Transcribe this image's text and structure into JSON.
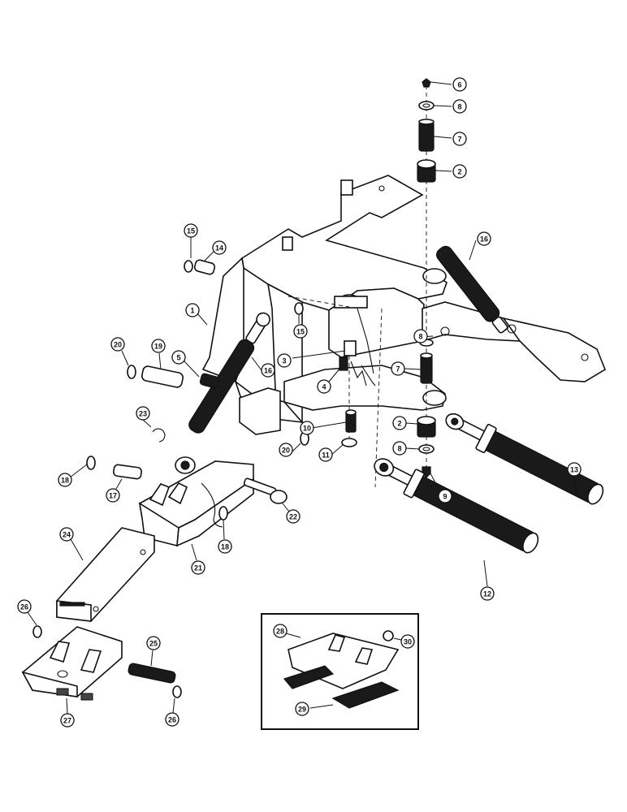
{
  "diagram": {
    "callouts": [
      {
        "id": "c6",
        "label": "6"
      },
      {
        "id": "c8a",
        "label": "8"
      },
      {
        "id": "c7a",
        "label": "7"
      },
      {
        "id": "c2a",
        "label": "2"
      },
      {
        "id": "c16a",
        "label": "16"
      },
      {
        "id": "c15a",
        "label": "15"
      },
      {
        "id": "c14",
        "label": "14"
      },
      {
        "id": "c1",
        "label": "1"
      },
      {
        "id": "c15b",
        "label": "15"
      },
      {
        "id": "c8b",
        "label": "8"
      },
      {
        "id": "c3",
        "label": "3"
      },
      {
        "id": "c20a",
        "label": "20"
      },
      {
        "id": "c19",
        "label": "19"
      },
      {
        "id": "c5",
        "label": "5"
      },
      {
        "id": "c16b",
        "label": "16"
      },
      {
        "id": "c4",
        "label": "4"
      },
      {
        "id": "c7b",
        "label": "7"
      },
      {
        "id": "c23",
        "label": "23"
      },
      {
        "id": "c10",
        "label": "10"
      },
      {
        "id": "c20b",
        "label": "20"
      },
      {
        "id": "c2b",
        "label": "2"
      },
      {
        "id": "c11",
        "label": "11"
      },
      {
        "id": "c8c",
        "label": "8"
      },
      {
        "id": "c13",
        "label": "13"
      },
      {
        "id": "c9",
        "label": "9"
      },
      {
        "id": "c18a",
        "label": "18"
      },
      {
        "id": "c17",
        "label": "17"
      },
      {
        "id": "c22",
        "label": "22"
      },
      {
        "id": "c18b",
        "label": "18"
      },
      {
        "id": "c24",
        "label": "24"
      },
      {
        "id": "c21",
        "label": "21"
      },
      {
        "id": "c12",
        "label": "12"
      },
      {
        "id": "c26a",
        "label": "26"
      },
      {
        "id": "c25",
        "label": "25"
      },
      {
        "id": "c27",
        "label": "27"
      },
      {
        "id": "c26b",
        "label": "26"
      },
      {
        "id": "c28",
        "label": "28"
      },
      {
        "id": "c30",
        "label": "30"
      },
      {
        "id": "c29",
        "label": "29"
      }
    ]
  }
}
